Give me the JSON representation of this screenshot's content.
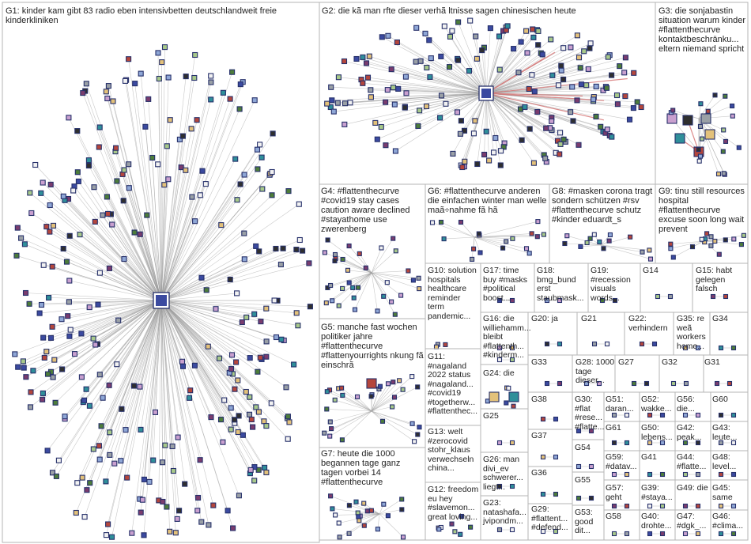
{
  "groups": [
    {
      "id": "G1",
      "text": "G1: kinder kam gibt 83 radio eben intensivbetten deutschlandweit freie kinderkliniken"
    },
    {
      "id": "G2",
      "text": "G2: die kã man rfte dieser verhã ltnisse sagen chinesischen heute"
    },
    {
      "id": "G3",
      "text": "G3: die sonjabastin situation warum kinder #flattenthecurve kontaktbeschränku... eltern niemand spricht"
    },
    {
      "id": "G4",
      "text": "G4: #flattenthecurve #covid19 stay cases caution aware declined #stayathome use zwerenberg"
    },
    {
      "id": "G5",
      "text": "G5: manche fast wochen politiker jahre #flattenthecurve #flattenyourrights nkung fã einschrã"
    },
    {
      "id": "G6",
      "text": "G6: #flattenthecurve anderen die einfachen winter man welle maã÷nahme fã hã"
    },
    {
      "id": "G7",
      "text": "G7: heute die 1000 begannen tage ganz tagen vorbei 14 #flattenthecurve"
    },
    {
      "id": "G8",
      "text": "G8: #masken corona tragt sondern schützen #rsv #flattenthecurve schutz #kinder eduardt_s"
    },
    {
      "id": "G9",
      "text": "G9: tinu still resources hospital #flattenthecurve excuse soon long wait prevent"
    },
    {
      "id": "G10",
      "text": "G10: solution hospitals healthcare reminder term pandemic..."
    },
    {
      "id": "G11",
      "text": "G11: #nagaland 2022 status #nagaland... #covid19 #togetherw... #flattenthec..."
    },
    {
      "id": "G12",
      "text": "G12: freedom eu hey #slavemon... great loving..."
    },
    {
      "id": "G13",
      "text": "G13: welt #zerocovid stohr_klaus verwechseln china..."
    },
    {
      "id": "G14",
      "text": "G14"
    },
    {
      "id": "G15",
      "text": "G15: habt gelegen falsch"
    },
    {
      "id": "G16",
      "text": "G16: die williehamm... bleibt #flattenth... #kinderm..."
    },
    {
      "id": "G17",
      "text": "G17: time buy #masks #political boost..."
    },
    {
      "id": "G18",
      "text": "G18: bmg_bund erst staubmask..."
    },
    {
      "id": "G19",
      "text": "G19: #recession visuals words..."
    },
    {
      "id": "G20",
      "text": "G20: ja"
    },
    {
      "id": "G21",
      "text": "G21"
    },
    {
      "id": "G22",
      "text": "G22: verhindern"
    },
    {
      "id": "G23",
      "text": "G23: natashafa... jvipondm..."
    },
    {
      "id": "G24",
      "text": "G24: die"
    },
    {
      "id": "G25",
      "text": "G25"
    },
    {
      "id": "G26",
      "text": "G26: man divi_ev schwerer... liegt..."
    },
    {
      "id": "G27",
      "text": "G27"
    },
    {
      "id": "G28",
      "text": "G28: 1000 tage dieser..."
    },
    {
      "id": "G29",
      "text": "G29: #flattent... #defend..."
    },
    {
      "id": "G30",
      "text": "G30: #flat #rese... #flatte..."
    },
    {
      "id": "G31",
      "text": "G31"
    },
    {
      "id": "G32",
      "text": "G32"
    },
    {
      "id": "G33",
      "text": "G33"
    },
    {
      "id": "G34",
      "text": "G34"
    },
    {
      "id": "G35",
      "text": "G35: re weã workers home..."
    },
    {
      "id": "G36",
      "text": "G36"
    },
    {
      "id": "G37",
      "text": "G37"
    },
    {
      "id": "G38",
      "text": "G38"
    },
    {
      "id": "G39",
      "text": "G39: #staya..."
    },
    {
      "id": "G40",
      "text": "G40: drohte..."
    },
    {
      "id": "G41",
      "text": "G41"
    },
    {
      "id": "G42",
      "text": "G42: peak..."
    },
    {
      "id": "G43",
      "text": "G43: leute..."
    },
    {
      "id": "G44",
      "text": "G44: #flatte..."
    },
    {
      "id": "G45",
      "text": "G45: same"
    },
    {
      "id": "G46",
      "text": "G46: #clima..."
    },
    {
      "id": "G47",
      "text": "G47: #dgk_..."
    },
    {
      "id": "G48",
      "text": "G48: level..."
    },
    {
      "id": "G49",
      "text": "G49: die"
    },
    {
      "id": "G50",
      "text": "G50: lebens..."
    },
    {
      "id": "G51",
      "text": "G51: daran..."
    },
    {
      "id": "G52",
      "text": "G52: wakke..."
    },
    {
      "id": "G53",
      "text": "G53: good dit..."
    },
    {
      "id": "G54",
      "text": "G54"
    },
    {
      "id": "G55",
      "text": "G55"
    },
    {
      "id": "G56",
      "text": "G56: die..."
    },
    {
      "id": "G57",
      "text": "G57: geht"
    },
    {
      "id": "G58",
      "text": "G58"
    },
    {
      "id": "G59",
      "text": "G59: #datav..."
    },
    {
      "id": "G60",
      "text": "G60"
    },
    {
      "id": "G61",
      "text": "G61"
    }
  ],
  "colors": {
    "panel_border": "#b5b5b5",
    "edge": "#9b9b9b",
    "edge_highlight": "#d87a7a",
    "node_border": "#26306a",
    "node_fills": [
      "#3b4aa0",
      "#8fa7d6",
      "#4d7c3a",
      "#a8c98a",
      "#7a3c6e",
      "#c9a0cf",
      "#2f2f2f",
      "#9aa0a6",
      "#b5463c",
      "#e3c17a",
      "#2f8f9a",
      "#f2f2f2"
    ]
  }
}
